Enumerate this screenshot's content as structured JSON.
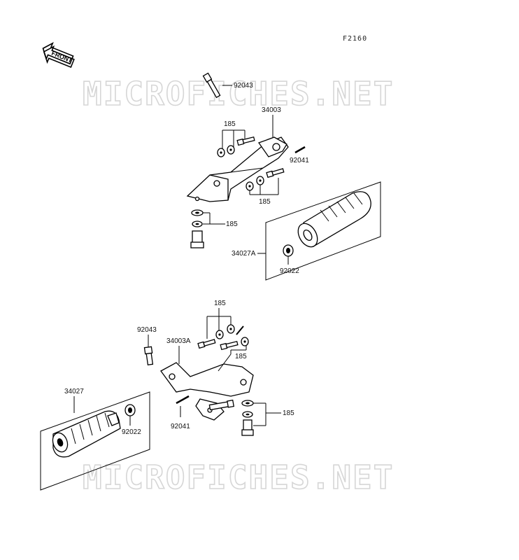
{
  "diagram_code": "F2160",
  "front_label": "FRONT",
  "watermark": "MICROFICHES.NET",
  "parts": {
    "top_bolt_left": "92043",
    "top_bracket": "34003",
    "top_pin": "92041",
    "top_bolts_upper": "185",
    "top_bolts_lower": "185",
    "top_bolts_under": "185",
    "top_peg": "34027A",
    "top_washer": "92022",
    "bot_bolts_upper": "185",
    "bot_bolt_left": "92043",
    "bot_bracket": "34003A",
    "bot_bolts_mid": "185",
    "bot_bolts_right": "185",
    "bot_peg": "34027",
    "bot_washer": "92022",
    "bot_pin": "92041"
  }
}
